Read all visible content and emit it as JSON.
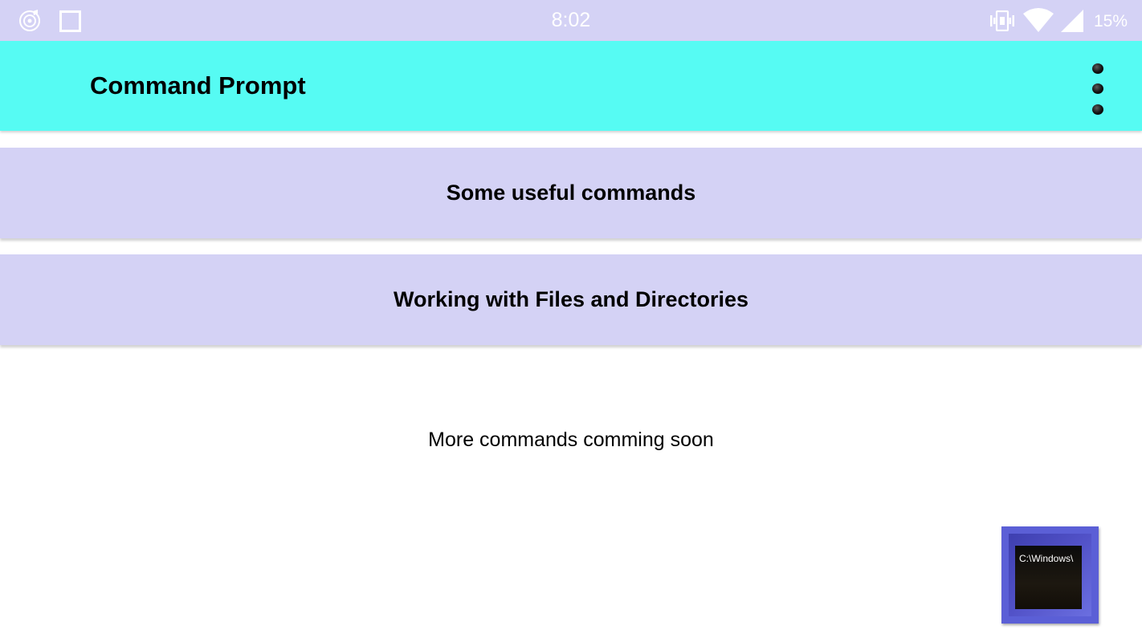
{
  "status_bar": {
    "time": "8:02",
    "battery": "15%",
    "icons": [
      "music-notification-icon",
      "square-notification-icon",
      "vibrate-icon",
      "wifi-icon",
      "cell-signal-icon"
    ]
  },
  "app_bar": {
    "title": "Command Prompt",
    "overflow_icon": "more-vert-icon",
    "background_color": "#56fbf3"
  },
  "cards": [
    {
      "label": "Some useful commands"
    },
    {
      "label": "Working with Files and Directories"
    }
  ],
  "footer_text": "More commands comming soon",
  "thumbnail": {
    "text": "C:\\Windows\\"
  },
  "colors": {
    "status_bar": "#d4d2f5",
    "card": "#d4d2f5",
    "thumbnail_frame": "#5b5fd6"
  }
}
